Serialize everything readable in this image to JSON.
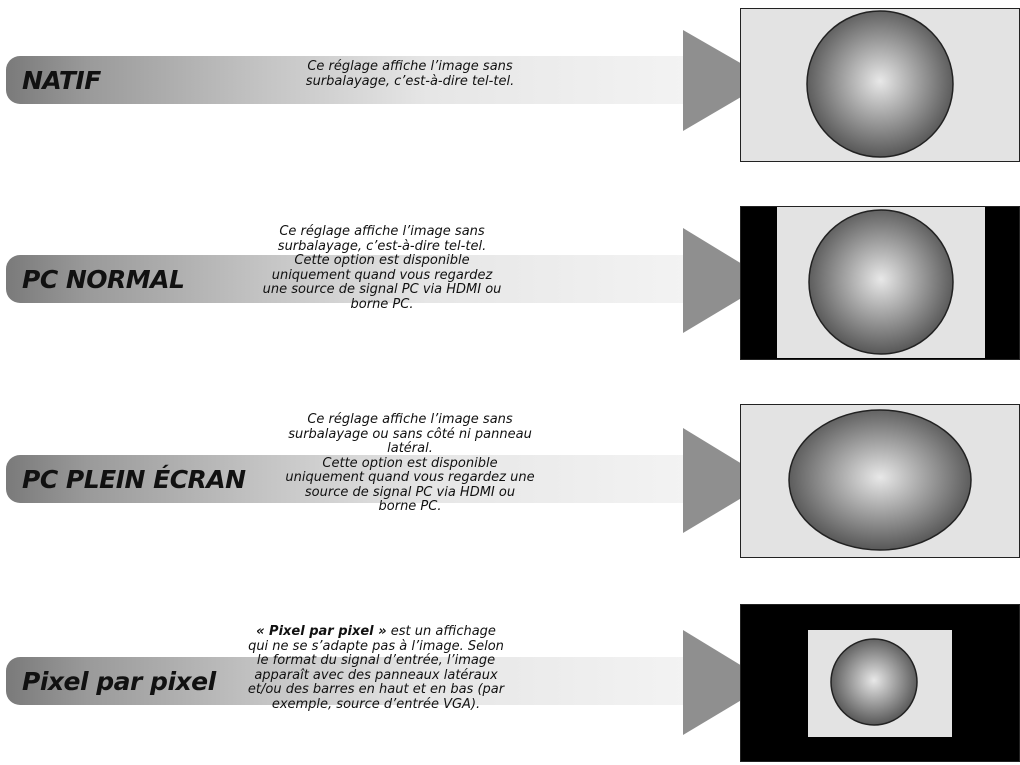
{
  "modes": [
    {
      "label": "NATIF",
      "desc": [
        "Ce réglage affiche l’image sans",
        "surbalayage, c’est-à-dire tel-tel."
      ]
    },
    {
      "label": "PC NORMAL",
      "desc": [
        "Ce réglage affiche l’image sans",
        "surbalayage, c’est-à-dire tel-tel.",
        "Cette option est disponible",
        "uniquement quand vous regardez",
        "une source de signal PC via HDMI ou",
        "borne PC."
      ]
    },
    {
      "label": "PC PLEIN ÉCRAN",
      "desc": [
        "Ce réglage affiche l’image sans",
        "surbalayage ou sans côté ni panneau",
        "latéral.",
        "Cette option est disponible",
        "uniquement quand vous regardez une",
        "source de signal PC via HDMI ou",
        "borne PC."
      ]
    },
    {
      "label": "Pixel par pixel",
      "desc_bold": "« Pixel par pixel »",
      "desc_first_rest": " est un affichage",
      "desc": [
        "qui ne se s’adapte pas à l’image. Selon",
        "le format du signal d’entrée, l’image",
        "apparaît avec des panneaux latéraux",
        "et/ou des barres en haut et en bas (par",
        "exemple, source d’entrée VGA)."
      ]
    }
  ],
  "colors": {
    "screen_light": "#e3e3e3",
    "screen_dark": "#000000",
    "arrowhead": "#8f8f8f",
    "bar_dark": "#7a7a7a",
    "bar_light": "#f3f3f3"
  }
}
